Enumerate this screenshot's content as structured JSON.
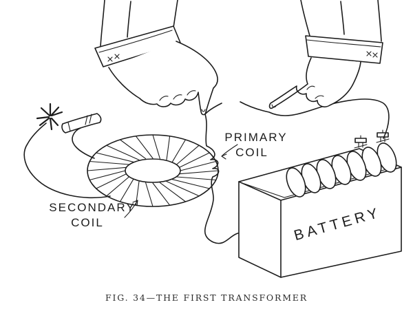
{
  "figure": {
    "type": "book-illustration",
    "caption": "FIG. 34—THE FIRST TRANSFORMER",
    "labels": {
      "primary_coil_line1": "PRIMARY",
      "primary_coil_line2": "COIL",
      "secondary_coil_line1": "SECONDARY",
      "secondary_coil_line2": "COIL",
      "battery": "BATTERY"
    },
    "colors": {
      "ink": "#1c1c1c",
      "paper": "#ffffff"
    }
  }
}
